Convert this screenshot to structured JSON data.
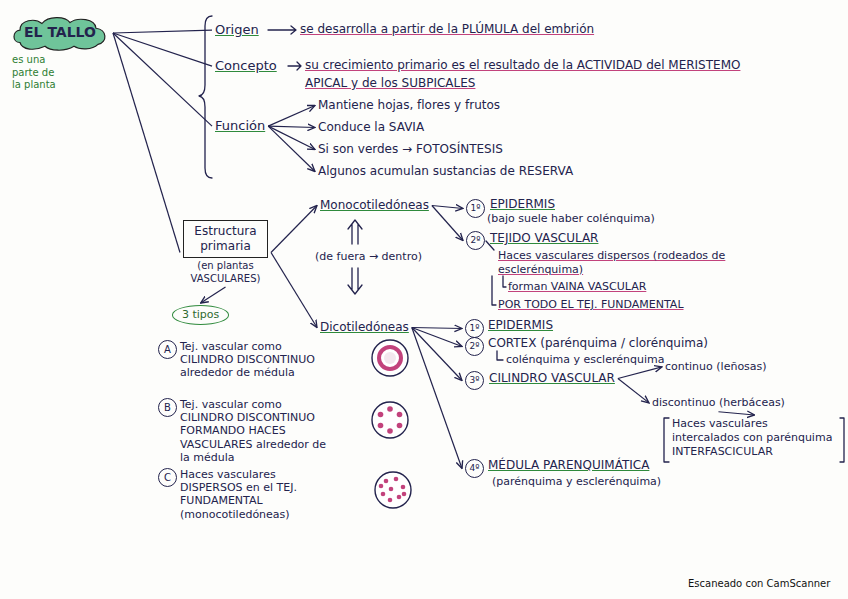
{
  "diagram": {
    "nodes": [
      {
        "text": [
          "EL TALLO"
        ]
      },
      {
        "text": [
          "Origen"
        ]
      },
      {
        "text": [
          "Concepto"
        ]
      },
      {
        "text": [
          "Función"
        ]
      },
      {
        "text": [
          "Mantiene hojas, flores y frutos"
        ]
      },
      {
        "text": [
          "Conduce la SAVIA"
        ]
      },
      {
        "text": [
          "Si son verdes → FOTOSÍNTESIS"
        ]
      },
      {
        "text": [
          "Algunos acumulan sustancias de RESERVA"
        ]
      },
      {
        "text": [
          "Estructura primaria",
          "(en plantas VASCULARES)"
        ]
      },
      {
        "text": [
          "3 tipos"
        ]
      },
      {
        "text": [
          "Monocotiledóneas"
        ]
      },
      {
        "text": [
          "1º"
        ]
      },
      {
        "text": [
          "2º"
        ]
      },
      {
        "text": [
          "Dicotiledóneas"
        ]
      },
      {
        "text": [
          "1º"
        ]
      },
      {
        "text": [
          "2º"
        ]
      },
      {
        "text": [
          "3º"
        ]
      },
      {
        "text": [
          "4º"
        ]
      },
      {
        "text": [
          "CILINDRO VASCULAR"
        ]
      },
      {
        "text": [
          "continuo (leñosas)"
        ]
      },
      {
        "text": [
          "discontinuo (herbáceas)"
        ]
      },
      {
        "text": [
          "Haces vasculares intercalados con parénquima INTERFASCICULAR"
        ]
      },
      {
        "text": [
          "A"
        ]
      },
      {
        "text": [
          "B"
        ]
      },
      {
        "text": [
          "C"
        ]
      }
    ],
    "edges": [
      {
        "from": 0,
        "to": 1,
        "arrow": "none"
      },
      {
        "from": 0,
        "to": 2,
        "arrow": "none"
      },
      {
        "from": 0,
        "to": 3,
        "arrow": "none"
      },
      {
        "from": 3,
        "to": 4,
        "arrow": "to"
      },
      {
        "from": 3,
        "to": 5,
        "arrow": "to"
      },
      {
        "from": 3,
        "to": 6,
        "arrow": "to"
      },
      {
        "from": 3,
        "to": 7,
        "arrow": "to"
      },
      {
        "from": 0,
        "to": 8,
        "arrow": "none"
      },
      {
        "from": 8,
        "to": 9,
        "arrow": "to"
      },
      {
        "from": 8,
        "to": 10,
        "arrow": "to"
      },
      {
        "from": 8,
        "to": 13,
        "arrow": "to"
      },
      {
        "from": 10,
        "to": 11,
        "arrow": "to"
      },
      {
        "from": 10,
        "to": 12,
        "arrow": "to"
      },
      {
        "from": 13,
        "to": 14,
        "arrow": "to"
      },
      {
        "from": 13,
        "to": 15,
        "arrow": "to"
      },
      {
        "from": 13,
        "to": 16,
        "arrow": "to"
      },
      {
        "from": 13,
        "to": 17,
        "arrow": "to"
      },
      {
        "from": 18,
        "to": 19,
        "arrow": "to"
      },
      {
        "from": 18,
        "to": 20,
        "arrow": "to"
      },
      {
        "from": 20,
        "to": 21,
        "arrow": "to"
      }
    ],
    "labels": [
      "es una parte de la planta",
      "se desarrolla a partir de la PLÚMULA del embrión",
      "su crecimiento primario es el resultado de la ACTIVIDAD del MERISTEMO APICAL y de los SUBPICALES",
      "(de fuera → dentro)",
      "EPIDERMIS",
      "(bajo suele haber colénquima)",
      "TEJIDO VASCULAR",
      "Haces vasculares dispersos (rodeados de esclerénquima)",
      "forman VAINA VASCULAR",
      "POR TODO EL TEJ. FUNDAMENTAL",
      "EPIDERMIS",
      "CORTEX (parénquima / clorénquima)",
      "colénquima y esclerénquima",
      "MÉDULA PARENQUIMÁTICA",
      "(parénquima y esclerénquima)",
      "Tej. vascular como CILINDRO DISCONTINUO alrededor de médula",
      "Tej. vascular como CILINDRO DISCONTINUO FORMANDO HACES VASCULARES alrededor de la médula",
      "Haces vasculares DISPERSOS en el TEJ. FUNDAMENTAL (monocotiledóneas)",
      "Escaneado con CamScanner"
    ]
  }
}
